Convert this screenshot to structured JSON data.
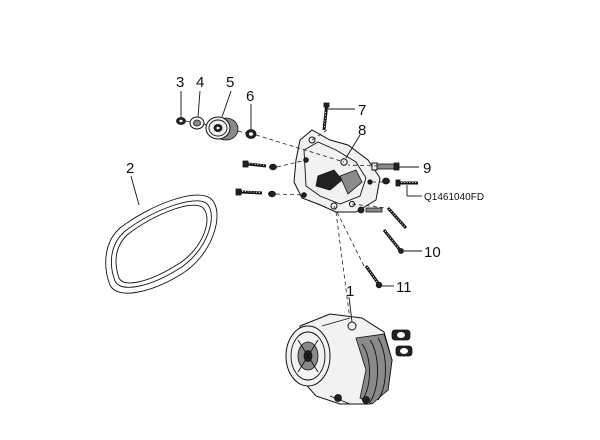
{
  "diagram": {
    "callouts": {
      "c1": "1",
      "c2": "2",
      "c3": "3",
      "c4": "4",
      "c5": "5",
      "c6": "6",
      "c7": "7",
      "c8": "8",
      "c9": "9",
      "c10": "10",
      "c11": "11"
    },
    "figure_code": "Q1461040FD"
  }
}
